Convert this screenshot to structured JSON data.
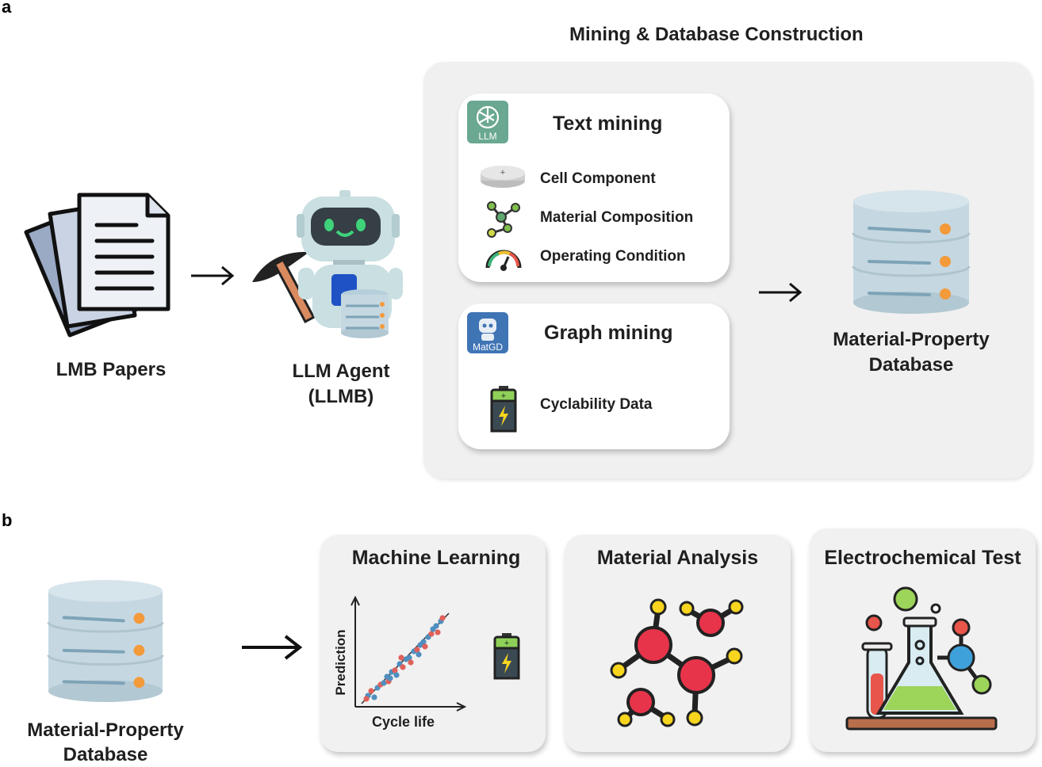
{
  "panel_a": {
    "letter": "a",
    "section_title": "Mining & Database Construction",
    "papers_label": "LMB Papers",
    "agent_label_line1": "LLM Agent",
    "agent_label_line2": "(LLMB)",
    "text_mining": {
      "title": "Text mining",
      "badge": "LLM",
      "items": [
        "Cell Component",
        "Material Composition",
        "Operating Condition"
      ]
    },
    "graph_mining": {
      "title": "Graph mining",
      "badge": "MatGD",
      "items": [
        "Cyclability Data"
      ]
    },
    "db_label_line1": "Material-Property",
    "db_label_line2": "Database"
  },
  "panel_b": {
    "letter": "b",
    "db_label_line1": "Material-Property",
    "db_label_line2": "Database",
    "cards": [
      {
        "title": "Machine Learning",
        "xlabel": "Cycle life",
        "ylabel": "Prediction"
      },
      {
        "title": "Material Analysis"
      },
      {
        "title": "Electrochemical Test"
      }
    ]
  },
  "colors": {
    "db_body": "#c5d8e2",
    "db_stripe": "#7ea3b7",
    "db_dot": "#f39a3a",
    "llm_badge": "#6aa891",
    "matgd_badge": "#3f74b5",
    "molecule_red": "#e8344a",
    "molecule_yellow": "#f7d51e",
    "scatter_blue": "#4f8fbf",
    "scatter_red": "#e0605a"
  }
}
